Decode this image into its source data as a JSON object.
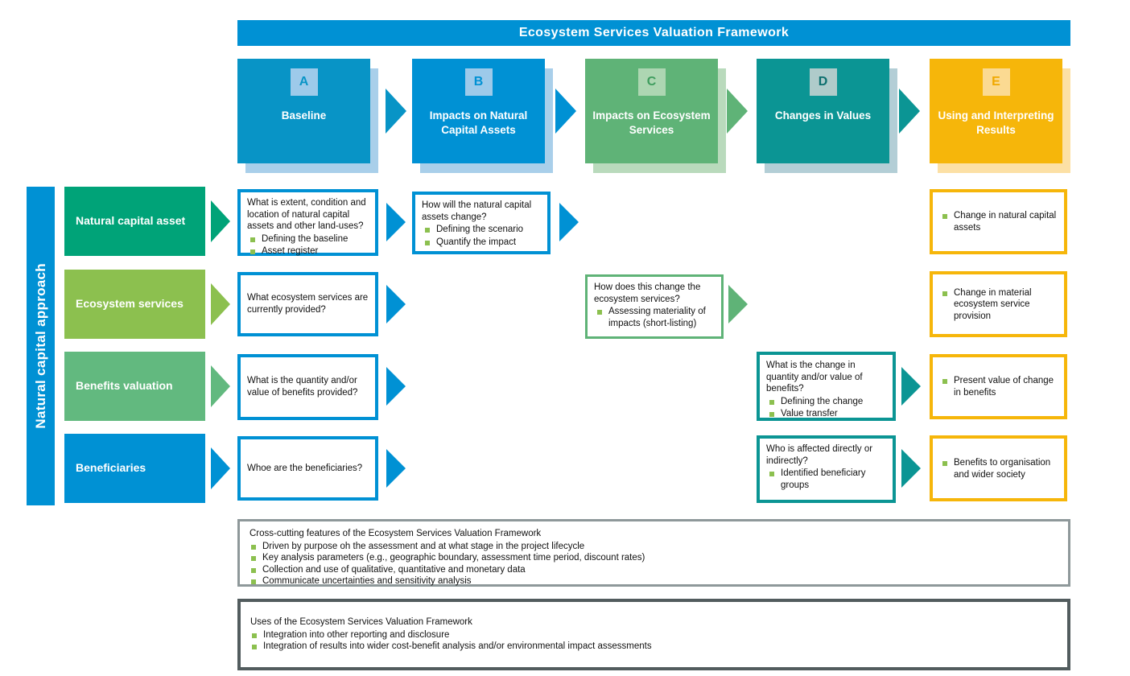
{
  "banner": {
    "title": "Ecosystem Services Valuation Framework"
  },
  "left_rail": {
    "label": "Natural capital approach"
  },
  "columns": [
    {
      "letter": "A",
      "title": "Baseline"
    },
    {
      "letter": "B",
      "title": "Impacts on Natural Capital Assets"
    },
    {
      "letter": "C",
      "title": "Impacts on Ecosystem Services"
    },
    {
      "letter": "D",
      "title": "Changes in Values"
    },
    {
      "letter": "E",
      "title": "Using and Interpreting Results"
    }
  ],
  "row_labels": [
    {
      "label": "Natural capital asset"
    },
    {
      "label": "Ecosystem services"
    },
    {
      "label": "Benefits valuation"
    },
    {
      "label": "Beneficiaries"
    }
  ],
  "cells": {
    "a1": {
      "question": "What is extent, condition and location of natural capital assets and other land-uses?",
      "bullets": [
        "Defining the baseline",
        "Asset register"
      ]
    },
    "b1": {
      "question": "How will the natural capital assets change?",
      "bullets": [
        "Defining the scenario",
        "Quantify the impact"
      ]
    },
    "e1": {
      "bullets": [
        "Change in natural capital assets"
      ]
    },
    "a2": {
      "question": "What ecosystem services are currently provided?"
    },
    "c2": {
      "question": "How does this change the ecosystem services?",
      "bullets": [
        "Assessing materiality of impacts (short-listing)"
      ]
    },
    "e2": {
      "bullets": [
        "Change in material ecosystem service provision"
      ]
    },
    "a3": {
      "question": "What is the quantity and/or value of benefits provided?"
    },
    "d3": {
      "question": "What is the change in quantity and/or value of benefits?",
      "bullets": [
        "Defining the change",
        "Value transfer"
      ]
    },
    "e3": {
      "bullets": [
        "Present value of change in benefits"
      ]
    },
    "a4": {
      "question": "Whoe are the beneficiaries?"
    },
    "d4": {
      "question": "Who is affected directly or indirectly?",
      "bullets": [
        "Identified beneficiary groups"
      ]
    },
    "e4": {
      "bullets": [
        "Benefits to organisation and wider society"
      ]
    }
  },
  "footers": [
    {
      "title": "Cross-cutting features of the Ecosystem Services Valuation Framework",
      "bullets": [
        "Driven by purpose oh the assessment and at what stage in the project lifecycle",
        "Key analysis parameters (e.g., geographic boundary, assessment time period, discount rates)",
        "Collection and use of qualitative, quantitative and monetary data",
        "Communicate uncertainties and sensitivity analysis"
      ]
    },
    {
      "title": "Uses of the Ecosystem Services Valuation Framework",
      "bullets": [
        "Integration into other reporting and disclosure",
        "Integration of results into wider cost-benefit analysis and/or environmental impact assessments"
      ]
    }
  ],
  "colors": {
    "blue": "#0091d4",
    "blue_alt": "#0894c6",
    "jade": "#00a378",
    "yellow_green": "#8cc04f",
    "medium_green": "#62b97f",
    "green": "#5fb377",
    "teal": "#0b9594",
    "gold": "#f6b60a",
    "bullet_green": "#8cc04f",
    "footer_border_gray": "#8e989a",
    "footer_border_dark": "#525c5e"
  }
}
